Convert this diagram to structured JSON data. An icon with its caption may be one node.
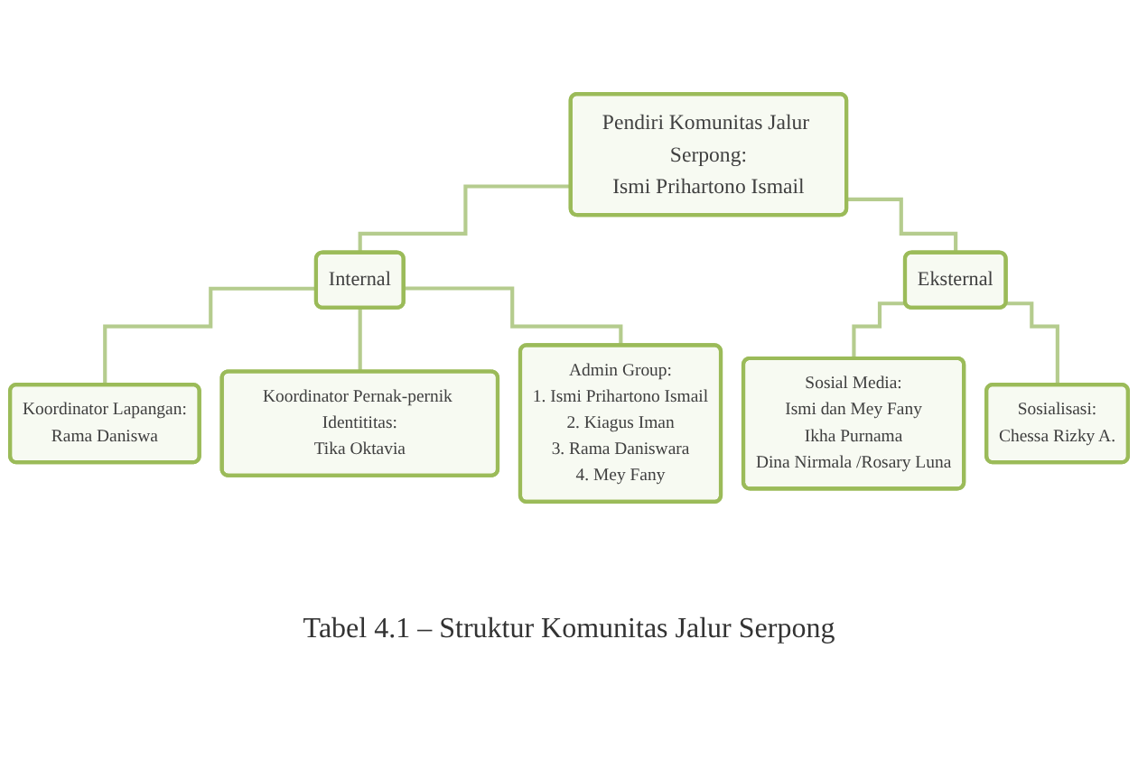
{
  "diagram": {
    "caption": "Tabel 4.1 – Struktur Komunitas Jalur Serpong",
    "nodes": [
      {
        "text": [
          "Pendiri Komunitas Jalur Serpong:",
          "Ismi Prihartono Ismail"
        ]
      },
      {
        "text": [
          "Internal"
        ]
      },
      {
        "text": [
          "Eksternal"
        ]
      },
      {
        "text": [
          "Koordinator Lapangan:",
          "Rama Daniswa"
        ]
      },
      {
        "text": [
          "Koordinator Pernak-pernik Identititas:",
          "Tika Oktavia"
        ]
      },
      {
        "text": [
          "Admin Group:",
          "1. Ismi Prihartono Ismail",
          "2. Kiagus Iman",
          "3. Rama Daniswara",
          "4. Mey Fany"
        ]
      },
      {
        "text": [
          "Sosial Media:",
          "Ismi dan Mey Fany",
          "Ikha Purnama",
          "Dina Nirmala /Rosary Luna"
        ]
      },
      {
        "text": [
          "Sosialisasi:",
          "Chessa Rizky A."
        ]
      }
    ],
    "edges": [
      {
        "from": 0,
        "to": 1,
        "arrow": "none"
      },
      {
        "from": 0,
        "to": 2,
        "arrow": "none"
      },
      {
        "from": 1,
        "to": 3,
        "arrow": "none"
      },
      {
        "from": 1,
        "to": 4,
        "arrow": "none"
      },
      {
        "from": 1,
        "to": 5,
        "arrow": "none"
      },
      {
        "from": 2,
        "to": 6,
        "arrow": "none"
      },
      {
        "from": 2,
        "to": 7,
        "arrow": "none"
      }
    ]
  }
}
